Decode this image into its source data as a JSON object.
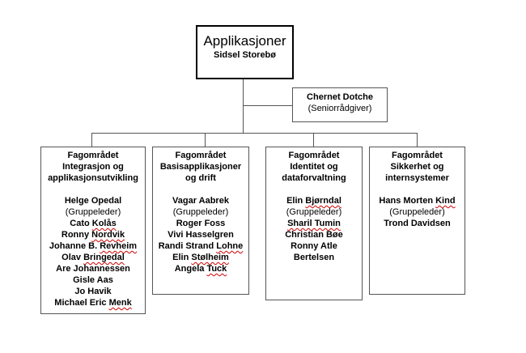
{
  "root": {
    "title": "Applikasjoner",
    "leader": "Sidsel Storebø"
  },
  "advisor": {
    "name": "Chernet Dotche",
    "role": "(Seniorrådgiver)"
  },
  "units": [
    {
      "header": [
        "Fagområdet",
        "Integrasjon og",
        "applikasjonsutvikling"
      ],
      "members": [
        {
          "text": "Helge Opedal",
          "type": "name"
        },
        {
          "text": "(Gruppeleder)",
          "type": "role"
        },
        {
          "text": "Cato Kolås",
          "type": "name",
          "spellcheck": "Kolås"
        },
        {
          "text": "Ronny Nordvik",
          "type": "name",
          "spellcheck": "Nordvik"
        },
        {
          "text": "Johanne B. Revheim",
          "type": "name",
          "spellcheck": "Revheim"
        },
        {
          "text": "Olav Bringedal",
          "type": "name",
          "spellcheck": "Bringedal"
        },
        {
          "text": "Are Johannessen",
          "type": "name"
        },
        {
          "text": "Gisle Aas",
          "type": "name"
        },
        {
          "text": "Jo Havik",
          "type": "name"
        },
        {
          "text": "Michael Eric Menk",
          "type": "name",
          "spellcheck": "Menk"
        }
      ]
    },
    {
      "header": [
        "Fagområdet",
        "Basisapplikasjoner",
        "og drift"
      ],
      "members": [
        {
          "text": "Vagar Aabrek",
          "type": "name"
        },
        {
          "text": "(Gruppeleder)",
          "type": "role"
        },
        {
          "text": "Roger Foss",
          "type": "name"
        },
        {
          "text": "Vivi Hasselgren",
          "type": "name"
        },
        {
          "text": "Randi Strand Lohne",
          "type": "name",
          "spellcheck": "Lohne"
        },
        {
          "text": "Elin Stølheim",
          "type": "name",
          "spellcheck": "Stølheim"
        },
        {
          "text": "Angela Tuck",
          "type": "name",
          "spellcheck": "Tuck"
        }
      ]
    },
    {
      "header": [
        "Fagområdet",
        "Identitet og",
        "dataforvaltning"
      ],
      "members": [
        {
          "text": "Elin Bjørndal",
          "type": "name",
          "spellcheck": "Bjørndal"
        },
        {
          "text": "(Gruppeleder)",
          "type": "role"
        },
        {
          "text": "Sharil Tumin",
          "type": "name",
          "spellcheck": "Sharil Tumin"
        },
        {
          "text": "Christian Bøe",
          "type": "name"
        },
        {
          "text": "Ronny Atle",
          "type": "name"
        },
        {
          "text": "Bertelsen",
          "type": "name"
        }
      ]
    },
    {
      "header": [
        "Fagområdet",
        "Sikkerhet og",
        "internsystemer"
      ],
      "members": [
        {
          "text": "Hans Morten Kind",
          "type": "name",
          "spellcheck": "Kind"
        },
        {
          "text": "(Gruppeleder)",
          "type": "role"
        },
        {
          "text": "Trond Davidsen",
          "type": "name"
        }
      ]
    }
  ]
}
